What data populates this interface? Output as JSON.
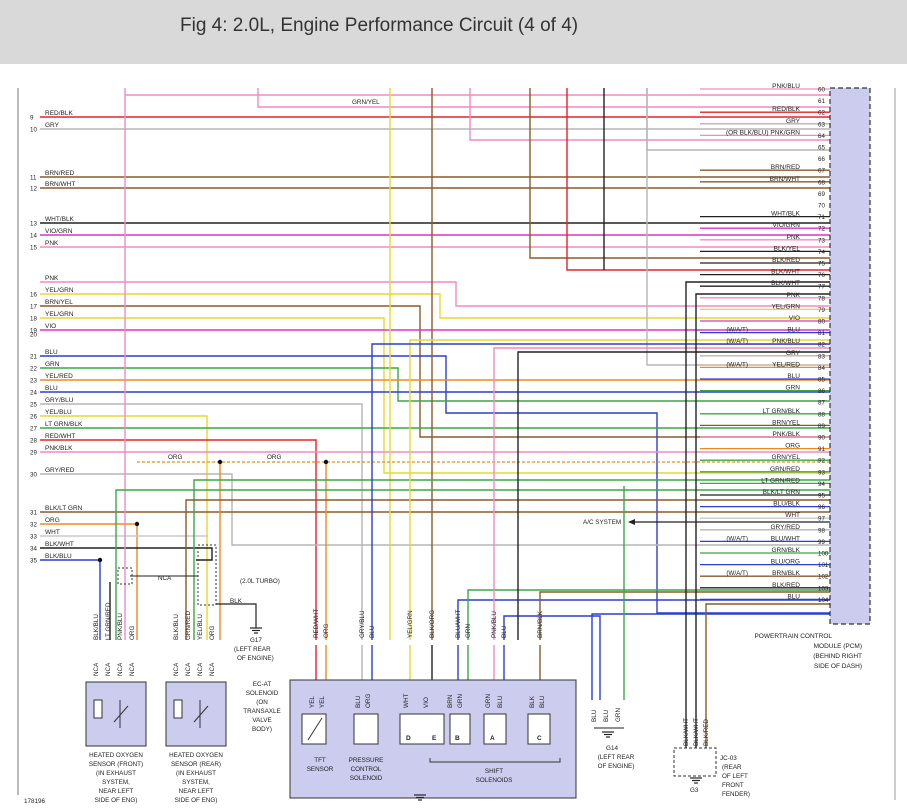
{
  "header": {
    "title": "Fig 4: 2.0L, Engine Performance Circuit (4 of 4)"
  },
  "colors": {
    "header_bg": "#d9d9d9",
    "module_fill": "#ccccee",
    "RED": "#e8202a",
    "GRY": "#b5b5b5",
    "BRN": "#8b5a2b",
    "VIO": "#d636c9",
    "PNK": "#f08cc0",
    "YEL": "#e6d92e",
    "GRN": "#39a845",
    "BLU": "#2b3fd1",
    "BLK": "#222222",
    "ORG": "#f08a1c",
    "WHT": "#c8c8c8"
  },
  "left_wires": [
    {
      "pin": "9",
      "label": "RED/BLK"
    },
    {
      "pin": "10",
      "label": "GRY"
    },
    {
      "pin": "11",
      "label": "BRN/RED"
    },
    {
      "pin": "12",
      "label": "BRN/WHT"
    },
    {
      "pin": "13",
      "label": "WHT/BLK"
    },
    {
      "pin": "14",
      "label": "VIO/GRN"
    },
    {
      "pin": "15",
      "label": "PNK"
    },
    {
      "pin": "",
      "label": "PNK"
    },
    {
      "pin": "16",
      "label": "YEL/GRN"
    },
    {
      "pin": "17",
      "label": "BRN/YEL"
    },
    {
      "pin": "18",
      "label": "YEL/GRN"
    },
    {
      "pin": "19",
      "label": "VIO"
    },
    {
      "pin": "20",
      "label": ""
    },
    {
      "pin": "21",
      "label": "BLU"
    },
    {
      "pin": "22",
      "label": "GRN"
    },
    {
      "pin": "23",
      "label": "YEL/RED"
    },
    {
      "pin": "24",
      "label": "BLU"
    },
    {
      "pin": "25",
      "label": "GRY/BLU"
    },
    {
      "pin": "26",
      "label": "YEL/BLU"
    },
    {
      "pin": "27",
      "label": "LT GRN/BLK"
    },
    {
      "pin": "28",
      "label": "RED/WHT"
    },
    {
      "pin": "29",
      "label": "PNK/BLK"
    },
    {
      "pin": "30",
      "label": "GRY/RED"
    },
    {
      "pin": "31",
      "label": "BLK/LT GRN"
    },
    {
      "pin": "32",
      "label": "ORG"
    },
    {
      "pin": "33",
      "label": "WHT"
    },
    {
      "pin": "34",
      "label": "BLK/WHT"
    },
    {
      "pin": "35",
      "label": "BLK/BLU"
    }
  ],
  "right_pins": [
    {
      "pin": "60",
      "label": "PNK/BLU",
      "note": ""
    },
    {
      "pin": "61",
      "label": "",
      "note": ""
    },
    {
      "pin": "62",
      "label": "RED/BLK",
      "note": ""
    },
    {
      "pin": "63",
      "label": "GRY",
      "note": ""
    },
    {
      "pin": "64",
      "label": "(OR BLK/BLU) PNK/GRN",
      "note": ""
    },
    {
      "pin": "65",
      "label": "",
      "note": ""
    },
    {
      "pin": "66",
      "label": "",
      "note": ""
    },
    {
      "pin": "67",
      "label": "BRN/RED",
      "note": ""
    },
    {
      "pin": "68",
      "label": "BRN/WHT",
      "note": ""
    },
    {
      "pin": "69",
      "label": "",
      "note": ""
    },
    {
      "pin": "70",
      "label": "",
      "note": ""
    },
    {
      "pin": "71",
      "label": "WHT/BLK",
      "note": ""
    },
    {
      "pin": "72",
      "label": "VIO/GRN",
      "note": ""
    },
    {
      "pin": "73",
      "label": "PNK",
      "note": ""
    },
    {
      "pin": "74",
      "label": "BLK/YEL",
      "note": ""
    },
    {
      "pin": "75",
      "label": "BLK/RED",
      "note": ""
    },
    {
      "pin": "76",
      "label": "BLK/WHT",
      "note": ""
    },
    {
      "pin": "77",
      "label": "BLK/WHT",
      "note": ""
    },
    {
      "pin": "78",
      "label": "PNK",
      "note": ""
    },
    {
      "pin": "79",
      "label": "YEL/GRN",
      "note": ""
    },
    {
      "pin": "80",
      "label": "VIO",
      "note": ""
    },
    {
      "pin": "81",
      "label": "BLU",
      "note": "(W/A/T)"
    },
    {
      "pin": "82",
      "label": "PNK/BLU",
      "note": "(W/A/T)"
    },
    {
      "pin": "83",
      "label": "GRY",
      "note": ""
    },
    {
      "pin": "84",
      "label": "YEL/RED",
      "note": "(W/A/T)"
    },
    {
      "pin": "85",
      "label": "BLU",
      "note": ""
    },
    {
      "pin": "86",
      "label": "GRN",
      "note": ""
    },
    {
      "pin": "87",
      "label": "",
      "note": ""
    },
    {
      "pin": "88",
      "label": "LT GRN/BLK",
      "note": ""
    },
    {
      "pin": "89",
      "label": "BRN/YEL",
      "note": ""
    },
    {
      "pin": "90",
      "label": "PNK/BLK",
      "note": ""
    },
    {
      "pin": "91",
      "label": "ORG",
      "note": ""
    },
    {
      "pin": "92",
      "label": "GRN/YEL",
      "note": ""
    },
    {
      "pin": "93",
      "label": "GRN/RED",
      "note": ""
    },
    {
      "pin": "94",
      "label": "LT GRN/RED",
      "note": ""
    },
    {
      "pin": "95",
      "label": "BLK/LT GRN",
      "note": ""
    },
    {
      "pin": "96",
      "label": "BLU/BLK",
      "note": ""
    },
    {
      "pin": "97",
      "label": "WHT",
      "note": ""
    },
    {
      "pin": "98",
      "label": "GRY/RED",
      "note": ""
    },
    {
      "pin": "99",
      "label": "BLU/WHT",
      "note": "(W/A/T)"
    },
    {
      "pin": "100",
      "label": "GRN/BLK",
      "note": ""
    },
    {
      "pin": "101",
      "label": "BLU/ORG",
      "note": ""
    },
    {
      "pin": "102",
      "label": "BRN/BLK",
      "note": "(W/A/T)"
    },
    {
      "pin": "103",
      "label": "BLK/RED",
      "note": ""
    },
    {
      "pin": "104",
      "label": "BLU",
      "note": ""
    }
  ],
  "top_labels": {
    "grn_yel": "GRN/YEL",
    "org_left": "ORG",
    "org_right": "ORG",
    "nca": "NCA",
    "blk": "BLK",
    "ac_system": "A/C SYSTEM"
  },
  "module": {
    "label1": "POWERTRAIN CONTROL",
    "label2": "MODULE (PCM)",
    "label3": "(BEHIND RIGHT",
    "label4": "SIDE OF DASH)"
  },
  "g17": {
    "title": "(2.0L TURBO)",
    "name": "G17",
    "desc1": "(LEFT REAR",
    "desc2": "OF ENGINE)"
  },
  "sensor_front": {
    "wires": [
      "BLK/BLU",
      "LT GRN/RED",
      "PNK/BLU",
      "ORG"
    ],
    "nca": [
      "NCA",
      "NCA",
      "NCA",
      "NCA"
    ],
    "desc": [
      "HEATED OXYGEN",
      "SENSOR (FRONT)",
      "(IN EXHAUST",
      "SYSTEM,",
      "NEAR LEFT",
      "SIDE OF ENG)"
    ]
  },
  "sensor_rear": {
    "wires": [
      "BLK/BLU",
      "GRN/RED",
      "YEL/BLU",
      "ORG"
    ],
    "nca": [
      "NCA",
      "NCA",
      "NCA",
      "NCA"
    ],
    "desc": [
      "HEATED OXYGEN",
      "SENSOR (REAR)",
      "(IN EXHAUST",
      "SYSTEM,",
      "NEAR LEFT",
      "SIDE OF ENG)"
    ]
  },
  "solenoid": {
    "title": [
      "EC-AT",
      "SOLENOID",
      "(ON",
      "TRANSAXLE",
      "VALVE",
      "BODY)"
    ],
    "wires": [
      "RED/WHT",
      "ORG",
      "GRY/BLU",
      "BLU",
      "YEL/GRN",
      "BLK/ORG",
      "BLU/WHT",
      "GRN",
      "PNK/BLU",
      "BLU",
      "BRN/BLK"
    ],
    "tft_pins": [
      "YEL",
      "YEL"
    ],
    "pcs_pins": [
      "BLU",
      "ORG"
    ],
    "shift_pins": [
      "WHT",
      "VIO",
      "BRN",
      "GRN",
      "GRN",
      "BLU",
      "BLK",
      "BLU"
    ],
    "letters": [
      "D",
      "E",
      "B",
      "A",
      "C"
    ],
    "tft": [
      "TFT",
      "SENSOR"
    ],
    "pcs": [
      "PRESSURE",
      "CONTROL",
      "SOLENOID"
    ],
    "shift": [
      "SHIFT",
      "SOLENOIDS"
    ]
  },
  "g14": {
    "wires": [
      "BLU",
      "BLU",
      "GRN"
    ],
    "name": "G14",
    "desc1": "(LEFT REAR",
    "desc2": "OF ENGINE)"
  },
  "jc03": {
    "wires": [
      "BLK/WHT",
      "BLK/WHT",
      "BLK/RED"
    ],
    "name": "JC-03",
    "desc": [
      "(REAR",
      "OF LEFT",
      "FRONT",
      "FENDER)"
    ],
    "ground": "G3"
  },
  "footer": {
    "id": "178196"
  }
}
